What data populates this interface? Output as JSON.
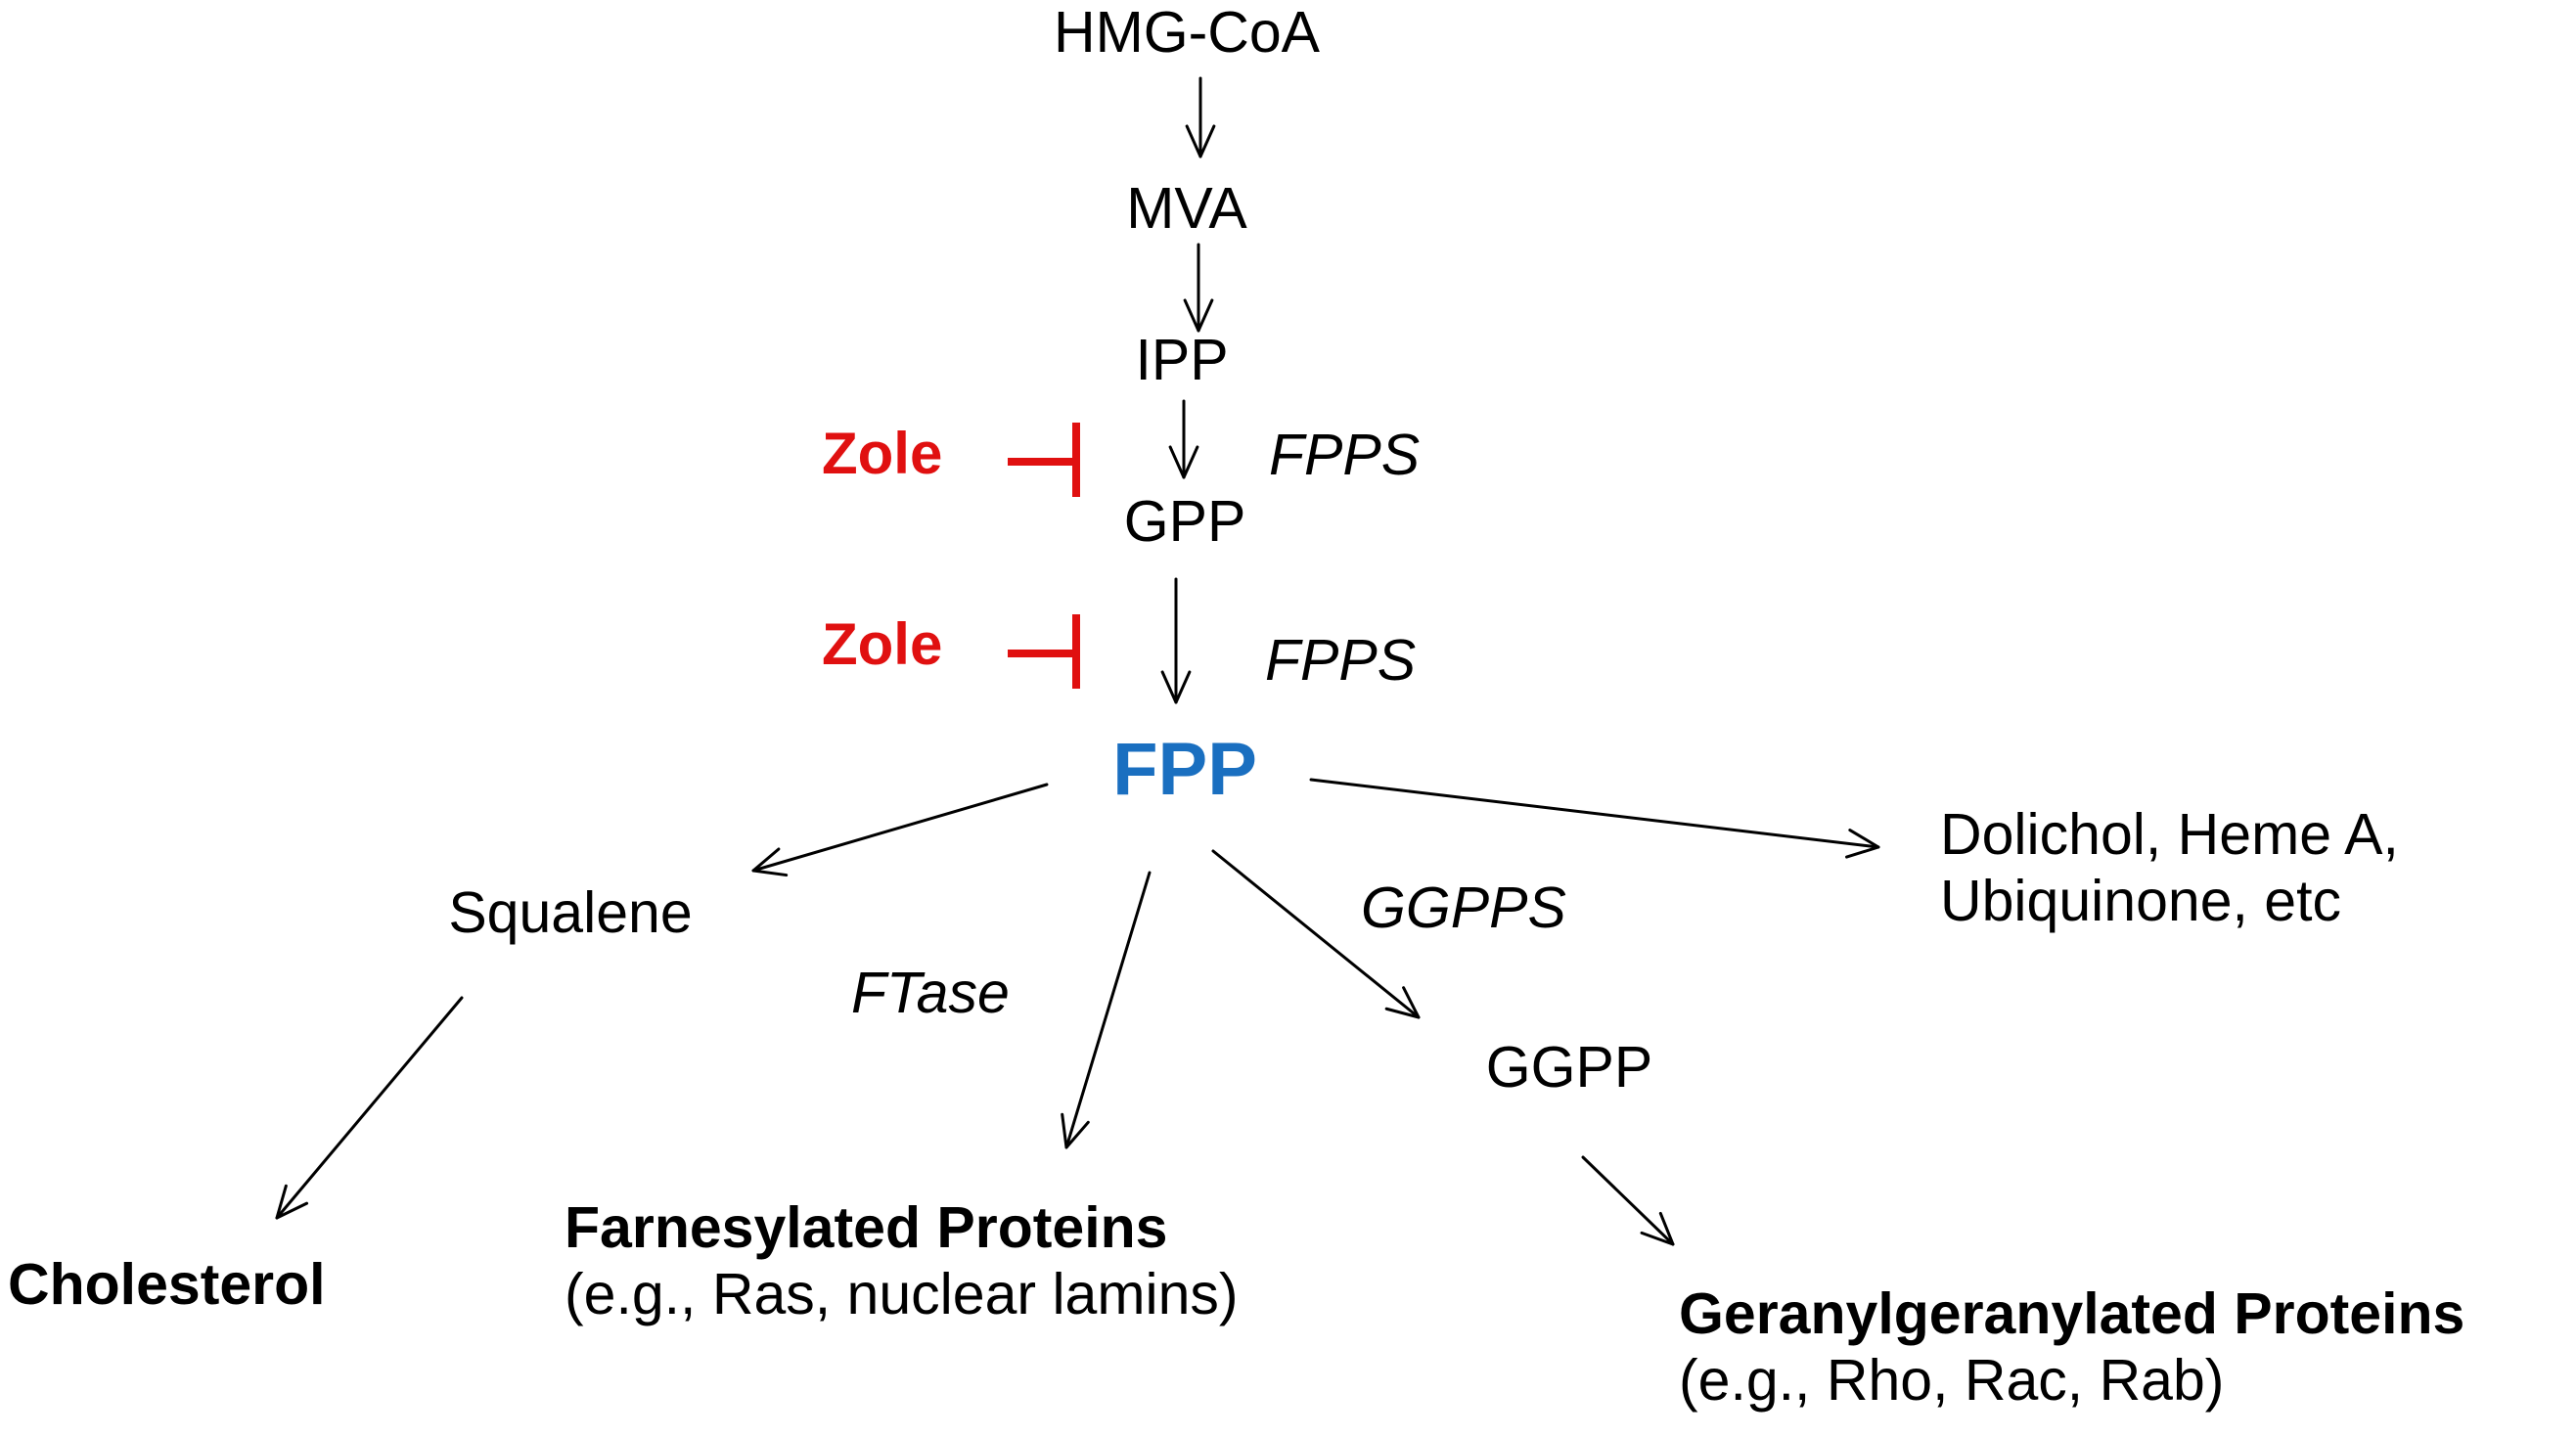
{
  "colors": {
    "text": "#000000",
    "inhibitor": "#e01010",
    "highlight": "#1a6fc0",
    "arrow": "#000000"
  },
  "nodes": {
    "hmgcoa": "HMG-CoA",
    "mva": "MVA",
    "ipp": "IPP",
    "gpp": "GPP",
    "fpp": "FPP",
    "squalene": "Squalene",
    "cholesterol": "Cholesterol",
    "ggpp": "GGPP",
    "dolichol_line1": "Dolichol, Heme A,",
    "dolichol_line2": "Ubiquinone, etc",
    "farnesylated_title": "Farnesylated Proteins",
    "farnesylated_examples": "(e.g., Ras, nuclear lamins)",
    "geranylgeranylated_title": "Geranylgeranylated Proteins",
    "geranylgeranylated_examples": "(e.g., Rho, Rac, Rab)"
  },
  "enzymes": {
    "fpps_1": "FPPS",
    "fpps_2": "FPPS",
    "ggpps": "GGPPS",
    "ftase": "FTase"
  },
  "inhibitors": {
    "zole_1": "Zole",
    "zole_2": "Zole"
  }
}
